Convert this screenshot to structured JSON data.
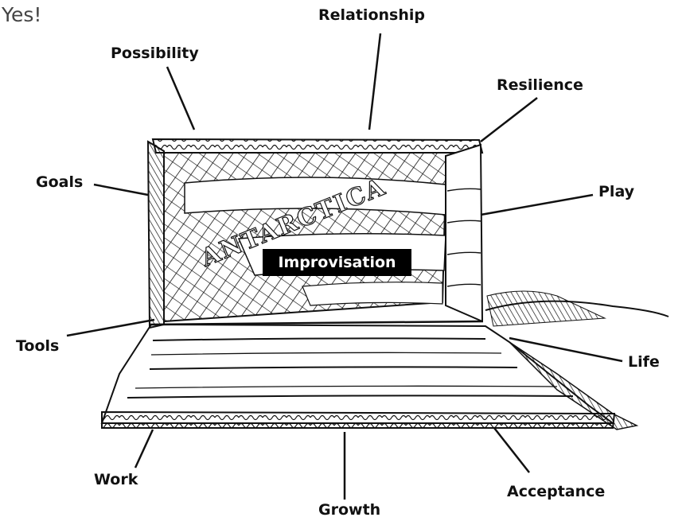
{
  "header": {
    "exclamation": "Yes!"
  },
  "box": {
    "lettering": "ANTARCTICA"
  },
  "center_label": "Improvisation",
  "labels": {
    "relationship": "Relationship",
    "possibility": "Possibility",
    "resilience": "Resilience",
    "goals": "Goals",
    "play": "Play",
    "tools": "Tools",
    "life": "Life",
    "work": "Work",
    "growth": "Growth",
    "acceptance": "Acceptance"
  },
  "colors": {
    "ink": "#111111",
    "label_bg": "#000000",
    "label_text": "#ffffff"
  }
}
